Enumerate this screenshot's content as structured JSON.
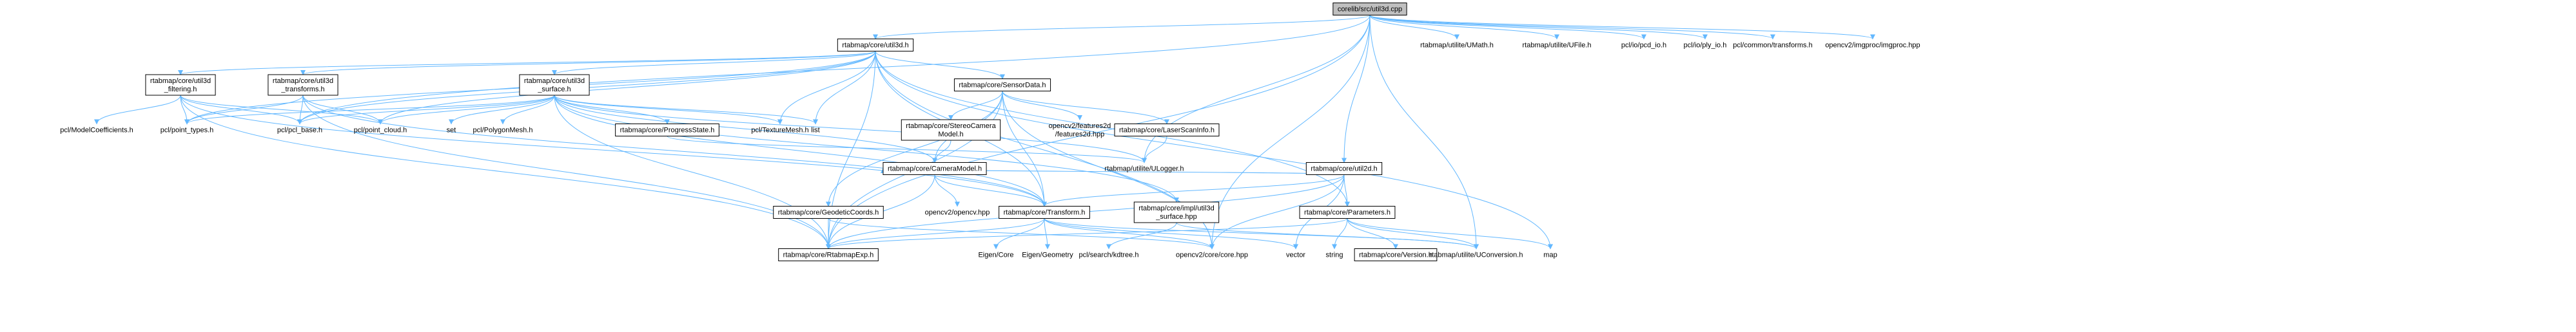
{
  "colors": {
    "edge": "#63b8ff",
    "bordered_box_fill": "#ffffff",
    "root_fill": "#bfbfbf",
    "text": "#000000",
    "unboxed_text": "#555555"
  },
  "nodes": [
    {
      "id": "root",
      "label": "corelib/src/util3d.cpp",
      "style": "root"
    },
    {
      "id": "util3d_h",
      "label": "rtabmap/core/util3d.h",
      "style": "boxed"
    },
    {
      "id": "ulmath",
      "label": "rtabmap/utilite/UMath.h",
      "style": "plain"
    },
    {
      "id": "ufile",
      "label": "rtabmap/utilite/UFile.h",
      "style": "plain"
    },
    {
      "id": "pcd_io",
      "label": "pcl/io/pcd_io.h",
      "style": "plain"
    },
    {
      "id": "ply_io",
      "label": "pcl/io/ply_io.h",
      "style": "plain"
    },
    {
      "id": "transforms",
      "label": "pcl/common/transforms.h",
      "style": "plain"
    },
    {
      "id": "imgproc",
      "label": "opencv2/imgproc/imgproc.hpp",
      "style": "plain"
    },
    {
      "id": "filtering",
      "label_lines": [
        "rtabmap/core/util3d",
        "_filtering.h"
      ],
      "style": "boxed"
    },
    {
      "id": "transforms3d",
      "label_lines": [
        "rtabmap/core/util3d",
        "_transforms.h"
      ],
      "style": "boxed"
    },
    {
      "id": "surface",
      "label_lines": [
        "rtabmap/core/util3d",
        "_surface.h"
      ],
      "style": "boxed"
    },
    {
      "id": "sensordata",
      "label": "rtabmap/core/SensorData.h",
      "style": "boxed"
    },
    {
      "id": "modelcoef",
      "label": "pcl/ModelCoefficients.h",
      "style": "plain"
    },
    {
      "id": "pointtypes",
      "label": "pcl/point_types.h",
      "style": "plain"
    },
    {
      "id": "pclbase",
      "label": "pcl/pcl_base.h",
      "style": "plain"
    },
    {
      "id": "pointcloud",
      "label": "pcl/point_cloud.h",
      "style": "plain"
    },
    {
      "id": "set",
      "label": "set",
      "style": "plain"
    },
    {
      "id": "polymesh",
      "label": "pcl/PolygonMesh.h",
      "style": "plain"
    },
    {
      "id": "progress",
      "label": "rtabmap/core/ProgressState.h",
      "style": "boxed"
    },
    {
      "id": "texmesh",
      "label": "pcl/TextureMesh.h",
      "style": "plain"
    },
    {
      "id": "list",
      "label": "list",
      "style": "plain"
    },
    {
      "id": "stereocam",
      "label_lines": [
        "rtabmap/core/StereoCamera",
        "Model.h"
      ],
      "style": "boxed"
    },
    {
      "id": "features2d",
      "label_lines": [
        "opencv2/features2d",
        "/features2d.hpp"
      ],
      "style": "plain"
    },
    {
      "id": "laserscan",
      "label": "rtabmap/core/LaserScanInfo.h",
      "style": "boxed"
    },
    {
      "id": "ulogger",
      "label": "rtabmap/utilite/ULogger.h",
      "style": "plain"
    },
    {
      "id": "cameramodel",
      "label": "rtabmap/core/CameraModel.h",
      "style": "boxed"
    },
    {
      "id": "opencv",
      "label": "opencv2/opencv.hpp",
      "style": "plain"
    },
    {
      "id": "geodetic",
      "label": "rtabmap/core/GeodeticCoords.h",
      "style": "boxed"
    },
    {
      "id": "transform",
      "label": "rtabmap/core/Transform.h",
      "style": "boxed"
    },
    {
      "id": "implsurface",
      "label_lines": [
        "rtabmap/core/impl/util3d",
        "_surface.hpp"
      ],
      "style": "boxed"
    },
    {
      "id": "util2d",
      "label": "rtabmap/core/util2d.h",
      "style": "boxed"
    },
    {
      "id": "parameters",
      "label": "rtabmap/core/Parameters.h",
      "style": "boxed"
    },
    {
      "id": "exp",
      "label": "rtabmap/core/RtabmapExp.h",
      "style": "boxed"
    },
    {
      "id": "eigencore",
      "label": "Eigen/Core",
      "style": "plain"
    },
    {
      "id": "eigengeom",
      "label": "Eigen/Geometry",
      "style": "plain"
    },
    {
      "id": "kdtree",
      "label": "pcl/search/kdtree.h",
      "style": "plain"
    },
    {
      "id": "corehpp",
      "label": "opencv2/core/core.hpp",
      "style": "plain"
    },
    {
      "id": "vector",
      "label": "vector",
      "style": "plain"
    },
    {
      "id": "string",
      "label": "string",
      "style": "plain"
    },
    {
      "id": "version",
      "label": "rtabmap/core/Version.h",
      "style": "boxed"
    },
    {
      "id": "uconversion",
      "label": "rtabmap/utilite/UConversion.h",
      "style": "plain"
    },
    {
      "id": "map",
      "label": "map",
      "style": "plain"
    }
  ],
  "edges": [
    [
      "root",
      "util3d_h"
    ],
    [
      "root",
      "ulmath"
    ],
    [
      "root",
      "ufile"
    ],
    [
      "root",
      "pcd_io"
    ],
    [
      "root",
      "ply_io"
    ],
    [
      "root",
      "transforms"
    ],
    [
      "root",
      "imgproc"
    ],
    [
      "root",
      "ulogger"
    ],
    [
      "root",
      "uconversion"
    ],
    [
      "root",
      "util2d"
    ],
    [
      "root",
      "pclbase"
    ],
    [
      "root",
      "exp"
    ],
    [
      "root",
      "corehpp"
    ],
    [
      "util3d_h",
      "filtering"
    ],
    [
      "util3d_h",
      "transforms3d"
    ],
    [
      "util3d_h",
      "surface"
    ],
    [
      "util3d_h",
      "sensordata"
    ],
    [
      "util3d_h",
      "exp"
    ],
    [
      "util3d_h",
      "pointtypes"
    ],
    [
      "util3d_h",
      "pointcloud"
    ],
    [
      "util3d_h",
      "pclbase"
    ],
    [
      "util3d_h",
      "texmesh"
    ],
    [
      "util3d_h",
      "list"
    ],
    [
      "util3d_h",
      "parameters"
    ],
    [
      "util3d_h",
      "map"
    ],
    [
      "util3d_h",
      "transform"
    ],
    [
      "util3d_h",
      "corehpp"
    ],
    [
      "filtering",
      "modelcoef"
    ],
    [
      "filtering",
      "pointtypes"
    ],
    [
      "filtering",
      "pclbase"
    ],
    [
      "filtering",
      "pointcloud"
    ],
    [
      "filtering",
      "exp"
    ],
    [
      "filtering",
      "transform"
    ],
    [
      "transforms3d",
      "pointtypes"
    ],
    [
      "transforms3d",
      "pclbase"
    ],
    [
      "transforms3d",
      "pointcloud"
    ],
    [
      "transforms3d",
      "exp"
    ],
    [
      "transforms3d",
      "transform"
    ],
    [
      "surface",
      "pointtypes"
    ],
    [
      "surface",
      "pclbase"
    ],
    [
      "surface",
      "pointcloud"
    ],
    [
      "surface",
      "set"
    ],
    [
      "surface",
      "polymesh"
    ],
    [
      "surface",
      "progress"
    ],
    [
      "surface",
      "texmesh"
    ],
    [
      "surface",
      "list"
    ],
    [
      "surface",
      "cameramodel"
    ],
    [
      "surface",
      "transform"
    ],
    [
      "surface",
      "exp"
    ],
    [
      "surface",
      "implsurface"
    ],
    [
      "surface",
      "ulogger"
    ],
    [
      "sensordata",
      "stereocam"
    ],
    [
      "sensordata",
      "features2d"
    ],
    [
      "sensordata",
      "laserscan"
    ],
    [
      "sensordata",
      "cameramodel"
    ],
    [
      "sensordata",
      "transform"
    ],
    [
      "sensordata",
      "geodetic"
    ],
    [
      "sensordata",
      "exp"
    ],
    [
      "sensordata",
      "corehpp"
    ],
    [
      "stereocam",
      "cameramodel"
    ],
    [
      "laserscan",
      "ulogger"
    ],
    [
      "progress",
      "ulogger"
    ],
    [
      "cameramodel",
      "opencv"
    ],
    [
      "cameramodel",
      "transform"
    ],
    [
      "cameramodel",
      "exp"
    ],
    [
      "geodetic",
      "exp"
    ],
    [
      "geodetic",
      "corehpp"
    ],
    [
      "transform",
      "exp"
    ],
    [
      "transform",
      "eigencore"
    ],
    [
      "transform",
      "eigengeom"
    ],
    [
      "transform",
      "corehpp"
    ],
    [
      "transform",
      "vector"
    ],
    [
      "transform",
      "uconversion"
    ],
    [
      "implsurface",
      "kdtree"
    ],
    [
      "implsurface",
      "uconversion"
    ],
    [
      "util2d",
      "transform"
    ],
    [
      "util2d",
      "cameramodel"
    ],
    [
      "util2d",
      "parameters"
    ],
    [
      "util2d",
      "exp"
    ],
    [
      "util2d",
      "corehpp"
    ],
    [
      "util2d",
      "vector"
    ],
    [
      "parameters",
      "exp"
    ],
    [
      "parameters",
      "version"
    ],
    [
      "parameters",
      "string"
    ],
    [
      "parameters",
      "uconversion"
    ],
    [
      "parameters",
      "map"
    ]
  ]
}
